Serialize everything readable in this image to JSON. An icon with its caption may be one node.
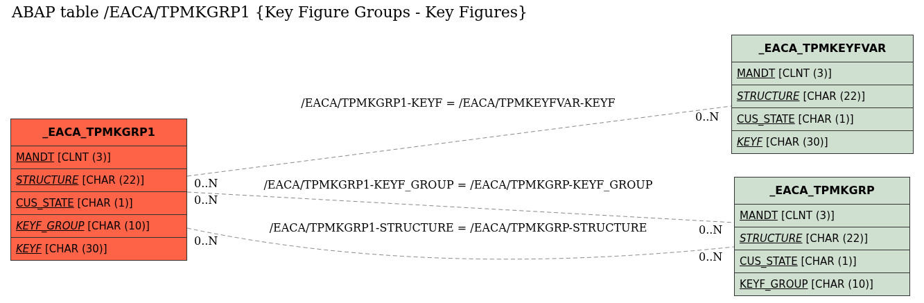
{
  "diagram": {
    "title": "ABAP table /EACA/TPMKGRP1 {Key Figure Groups - Key Figures}",
    "nodes": [
      {
        "text": [
          "_EACA_TPMKGRP1",
          "MANDT [CLNT (3)]",
          "*STRUCTURE* [CHAR (22)]",
          "CUS_STATE [CHAR (1)]",
          "*KEYF_GROUP* [CHAR (10)]",
          "*KEYF* [CHAR (30)]"
        ]
      },
      {
        "text": [
          "_EACA_TPMKEYFVAR",
          "MANDT [CLNT (3)]",
          "*STRUCTURE* [CHAR (22)]",
          "CUS_STATE [CHAR (1)]",
          "*KEYF* [CHAR (30)]"
        ]
      },
      {
        "text": [
          "_EACA_TPMKGRP",
          "MANDT [CLNT (3)]",
          "*STRUCTURE* [CHAR (22)]",
          "CUS_STATE [CHAR (1)]",
          "KEYF_GROUP [CHAR (10)]"
        ]
      }
    ],
    "edges": [
      {
        "from": 0,
        "to": 1,
        "arrow": "none",
        "label": "/EACA/TPMKGRP1-KEYF = /EACA/TPMKEYFVAR-KEYF",
        "style": "dashed"
      },
      {
        "from": 0,
        "to": 2,
        "arrow": "none",
        "label": "/EACA/TPMKGRP1-KEYF_GROUP = /EACA/TPMKGRP-KEYF_GROUP",
        "style": "dashed"
      },
      {
        "from": 0,
        "to": 2,
        "arrow": "none",
        "label": "/EACA/TPMKGRP1-STRUCTURE = /EACA/TPMKGRP-STRUCTURE",
        "style": "dashed"
      }
    ],
    "labels": [
      "0..N",
      "0..N",
      "0..N",
      "0..N",
      "0..N",
      "0..N"
    ]
  }
}
